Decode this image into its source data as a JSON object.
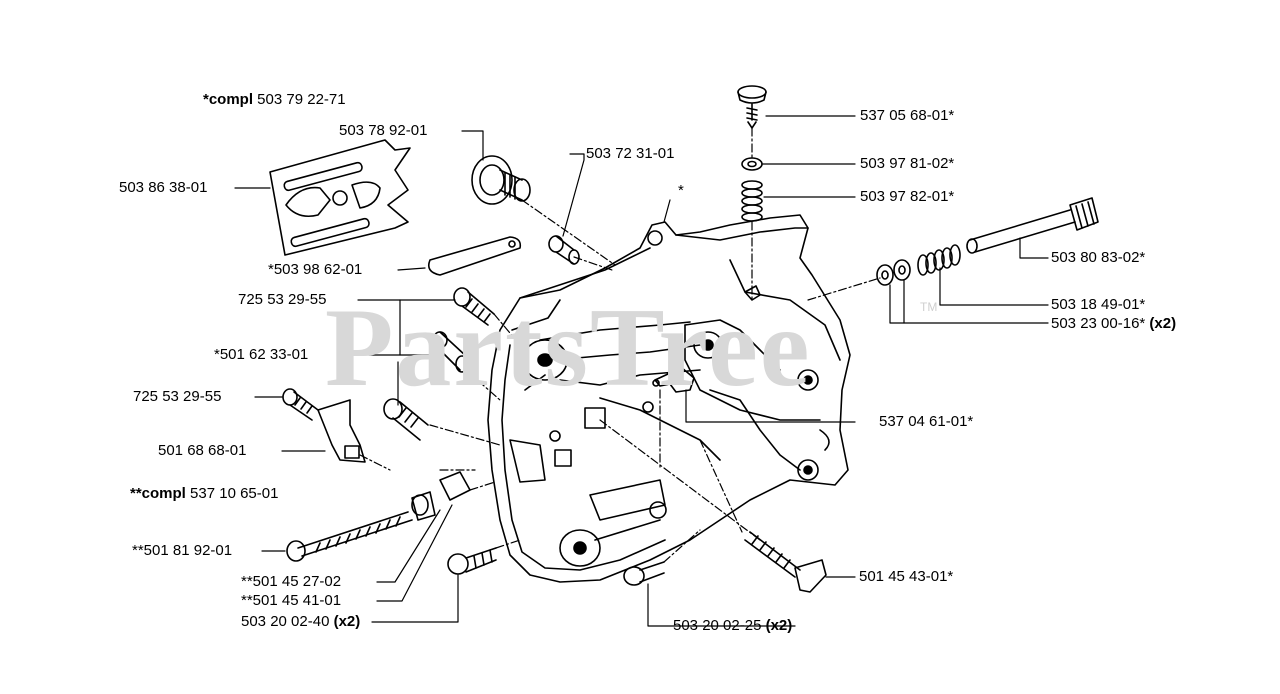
{
  "watermark": {
    "text": "PartsTree",
    "tm": "TM"
  },
  "labels": {
    "compl_503_79_22_71": {
      "prefix": "*compl",
      "num": " 503 79 22-71"
    },
    "p503_78_92_01": "503 78 92-01",
    "p503_86_38_01": "503 86 38-01",
    "p503_72_31_01": "503 72 31-01",
    "p503_98_62_01": "*503 98 62-01",
    "p725_53_29_55_top": "725 53 29-55",
    "p501_62_33_01": "*501 62 33-01",
    "p725_53_29_55_low": "725 53 29-55",
    "p501_68_68_01": "501 68 68-01",
    "compl_537_10_65_01": {
      "prefix": "**compl",
      "num": " 537 10 65-01"
    },
    "p501_81_92_01": "**501 81 92-01",
    "p501_45_27_02": "**501 45 27-02",
    "p501_45_41_01": "**501 45 41-01",
    "p503_20_02_40": {
      "num": "503 20 02-40 ",
      "qty": "(x2)"
    },
    "p503_20_02_25": {
      "num": "503 20 02-25 ",
      "qty": "(x2)"
    },
    "p501_45_43_01": "501 45 43-01*",
    "p537_04_61_01": "537 04 61-01*",
    "p537_05_68_01": "537 05 68-01*",
    "p503_97_81_02": "503 97 81-02*",
    "p503_97_82_01": "503 97 82-01*",
    "p503_80_83_02": "503 80 83-02*",
    "p503_18_49_01": "503 18 49-01*",
    "p503_23_00_16": {
      "num": "503 23 00-16* ",
      "qty": "(x2)"
    },
    "star": "*"
  }
}
